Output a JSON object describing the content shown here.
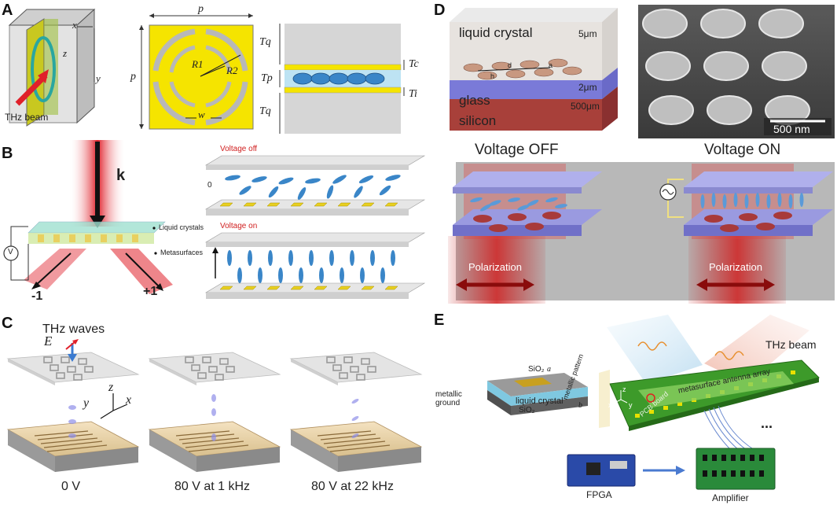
{
  "panels": {
    "A": {
      "letter": "A",
      "axis_x": "x",
      "axis_y": "y",
      "axis_z": "z",
      "beam_label": "THz beam",
      "dim_p_top": "p",
      "dim_p_side": "p",
      "r1": "R1",
      "r2": "R2",
      "w": "w",
      "tq_top": "Tq",
      "tp": "Tp",
      "tq_bottom": "Tq",
      "tc": "Tc",
      "ti": "Ti"
    },
    "B": {
      "letter": "B",
      "k": "k",
      "v": "V",
      "liquid_crystals": "Liquid crystals",
      "metasurfaces": "Metasurfaces",
      "minus1": "-1",
      "plus1": "+1",
      "voltage_off": "Voltage off",
      "voltage_on": "Voltage on",
      "zero": "0"
    },
    "C": {
      "letter": "C",
      "thz_waves": "THz waves",
      "E": "E",
      "axis_z": "z",
      "axis_y": "y",
      "axis_x": "x",
      "captions": [
        "0 V",
        "80 V at 1 kHz",
        "80 V at 22 kHz"
      ]
    },
    "D": {
      "letter": "D",
      "liquid_crystal": "liquid crystal",
      "lc_thickness": "5μm",
      "mid_thickness": "2μm",
      "glass": "glass",
      "glass_thickness": "500μm",
      "silicon": "silicon",
      "scale_bar": "500 nm",
      "voltage_off": "Voltage OFF",
      "voltage_on": "Voltage ON",
      "polarization_left": "Polarization",
      "polarization_right": "Polarization",
      "d": "d",
      "a": "a",
      "h": "h"
    },
    "E": {
      "letter": "E",
      "thz_beam": "THz beam",
      "sio2_top": "SiO₂",
      "a": "a",
      "metallic_pattern": "metallic pattern",
      "metallic_ground": "metallic ground",
      "liquid_crystal": "liquid crystal",
      "sio2_bottom": "SiO₂",
      "b": "b",
      "array": "metasurface antenna array",
      "pcb": "PCB board",
      "ellipsis": "...",
      "fpga": "FPGA",
      "amplifier": "Amplifier",
      "axis_x": "x",
      "axis_y": "y",
      "axis_z": "z"
    }
  },
  "colors": {
    "gold": "#f5e400",
    "lc_blue": "#3a86c8",
    "beam_red": "#e0202a",
    "pcb_green": "#3d9a2a",
    "glass_blue": "#6a6ad0",
    "silicon_red": "#a03030"
  }
}
